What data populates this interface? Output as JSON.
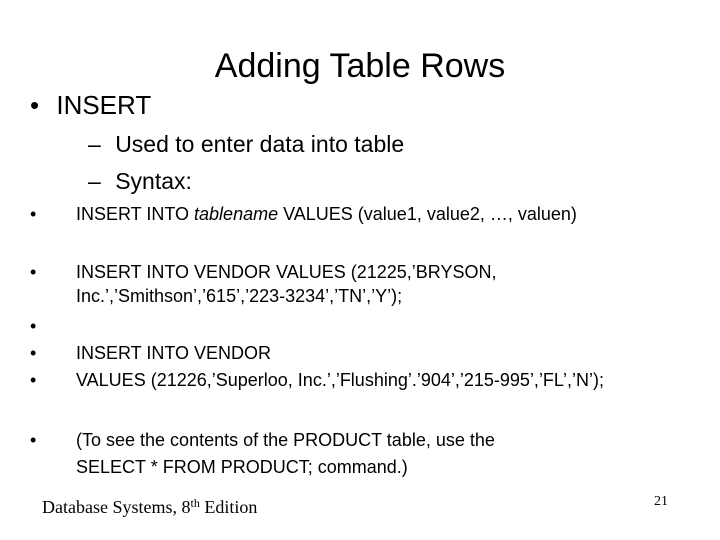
{
  "title": "Adding Table Rows",
  "bullets": {
    "level1": "INSERT",
    "sub1": "Used to enter data into table",
    "sub2": "Syntax:",
    "syntax_prefix": "INSERT INTO ",
    "syntax_italic": "tablename",
    "syntax_suffix": " VALUES (value1, value2, …, valuen)",
    "ex1_line1": "INSERT INTO VENDOR  VALUES (21225,’BRYSON,",
    "ex1_line2": "Inc.’,’Smithson’,’615’,’223-3234’,’TN’,’Y’);",
    "ex2_line1": "INSERT INTO VENDOR",
    "ex2_line2": "VALUES (21226,’Superloo, Inc.’,’Flushing’.’904’,’215-995’,’FL’,’N’);",
    "note_line1": "(To see the contents of the PRODUCT table, use the",
    "note_line2": "SELECT * FROM PRODUCT;  command.)",
    "bullet_char": "•",
    "dash_char": "–"
  },
  "footer": {
    "text_before": "Database Systems, 8",
    "superscript": "th",
    "text_after": " Edition",
    "page_number": "21"
  }
}
